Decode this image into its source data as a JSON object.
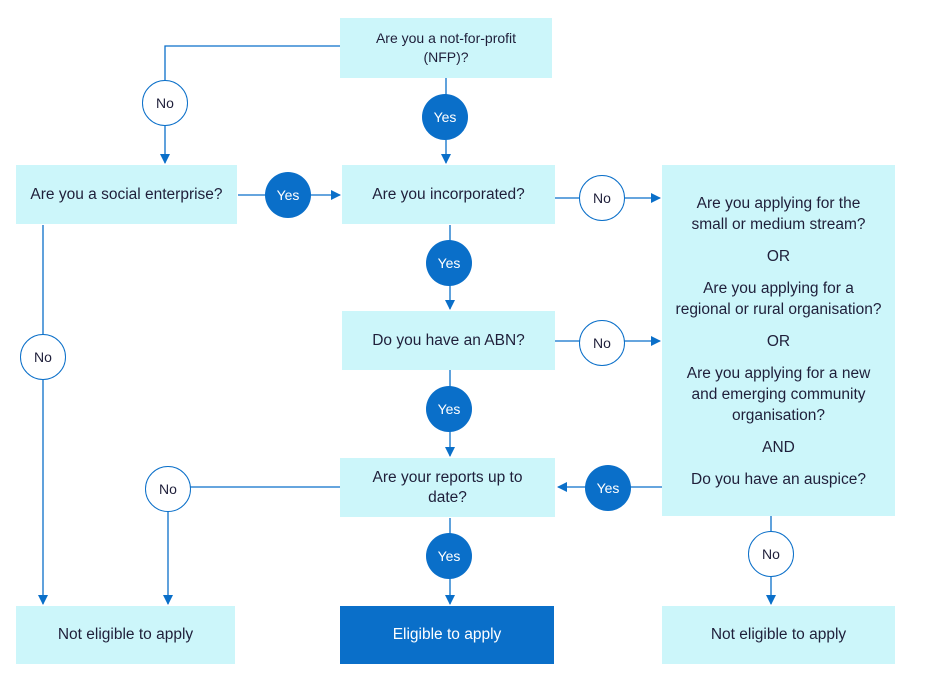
{
  "colors": {
    "box_fill": "#ccf6fa",
    "accent": "#0a6fc9",
    "text": "#1f1f3a",
    "background": "#ffffff"
  },
  "nodes": {
    "nfp_question": [
      "Are you a not-for-profit",
      "(NFP)?"
    ],
    "social_enterprise_question": "Are you a social enterprise?",
    "incorporated_question": "Are you incorporated?",
    "abn_question": "Do you have an ABN?",
    "reports_question": [
      "Are your reports up to",
      "date?"
    ],
    "stream_question": {
      "q1": [
        "Are you applying for the",
        "small or medium stream?"
      ],
      "or1": "OR",
      "q2": [
        "Are you applying for a",
        "regional or rural organisation?"
      ],
      "or2": "OR",
      "q3": [
        "Are you applying for a new",
        "and emerging community",
        "organisation?"
      ],
      "and": "AND",
      "q4": "Do you have an auspice?"
    },
    "not_eligible_left": "Not eligible to apply",
    "eligible": "Eligible to apply",
    "not_eligible_right": "Not eligible to apply"
  },
  "labels": {
    "yes": "Yes",
    "no": "No"
  }
}
